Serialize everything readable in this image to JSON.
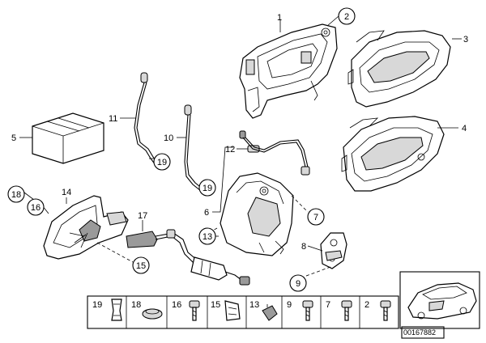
{
  "diagram": {
    "catalog_number": "00167882",
    "callouts": {
      "c1": "1",
      "c2": "2",
      "c3": "3",
      "c4": "4",
      "c5": "5",
      "c6": "6",
      "c7": "7",
      "c8": "8",
      "c9": "9",
      "c10": "10",
      "c11": "11",
      "c12": "12",
      "c13": "13",
      "c14": "14",
      "c15": "15",
      "c16": "16",
      "c17": "17",
      "c18": "18",
      "c19a": "19",
      "c19b": "19"
    },
    "hardware_strip": [
      "19",
      "18",
      "16",
      "15",
      "13",
      "9",
      "7",
      "2"
    ]
  }
}
